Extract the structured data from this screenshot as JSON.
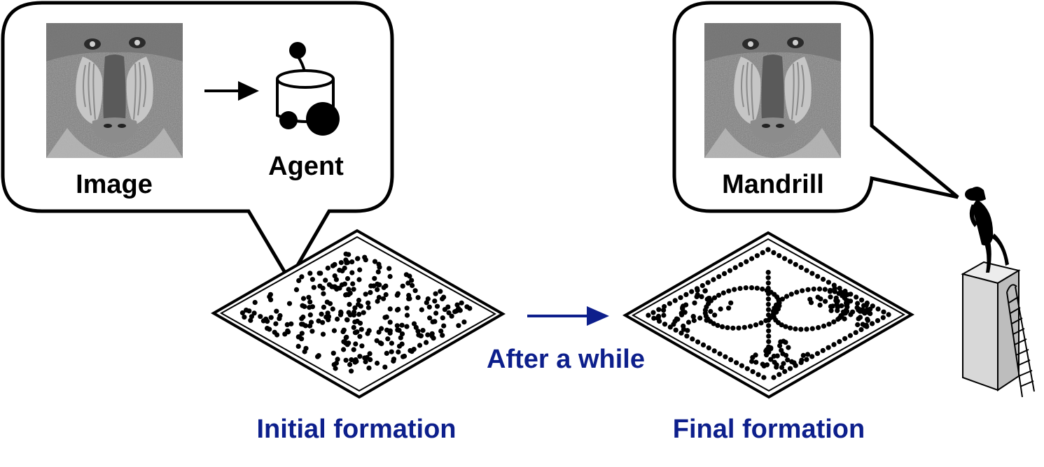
{
  "colors": {
    "label_dark": "#000000",
    "label_blue": "#0d1f8c",
    "arrow_blue": "#0d1f8c",
    "bubble_stroke": "#000000",
    "dot": "#000000",
    "tower_face": "#d8d8d8",
    "tower_side": "#bdbdbd",
    "tower_top": "#ececec"
  },
  "left_bubble": {
    "image_label": "Image",
    "agent_label": "Agent",
    "image_icon": "mandrill-photo",
    "agent_icon": "robot-agent-icon"
  },
  "right_bubble": {
    "image_icon": "mandrill-photo",
    "caption": "Mandrill"
  },
  "labels": {
    "initial": "Initial formation",
    "transition": "After a while",
    "final": "Final formation"
  },
  "observer_icon": "observer-on-tower-icon"
}
